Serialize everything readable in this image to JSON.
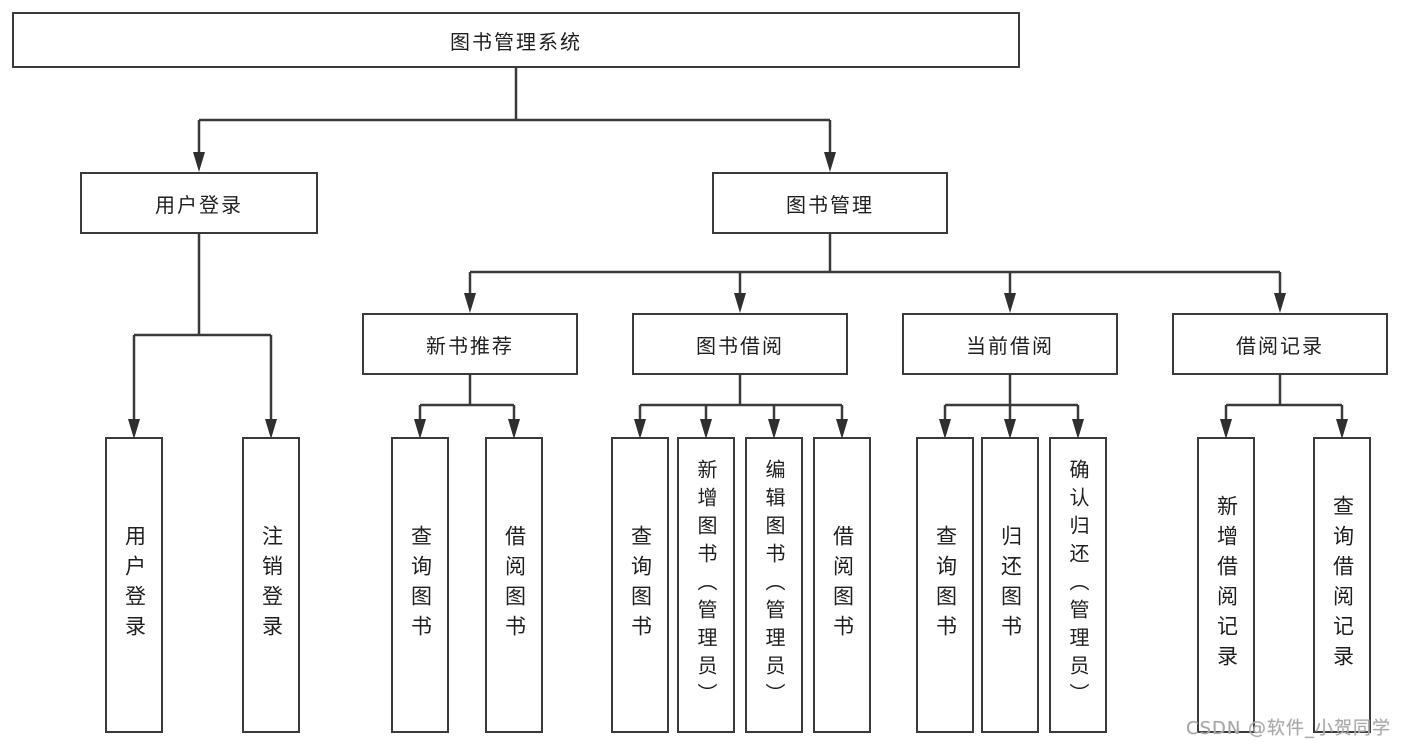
{
  "tree": {
    "label": "图书管理系统",
    "children": [
      {
        "label": "用户登录",
        "children": [
          {
            "label": "用户登录"
          },
          {
            "label": "注销登录"
          }
        ]
      },
      {
        "label": "图书管理",
        "children": [
          {
            "label": "新书推荐",
            "children": [
              {
                "label": "查询图书"
              },
              {
                "label": "借阅图书"
              }
            ]
          },
          {
            "label": "图书借阅",
            "children": [
              {
                "label": "查询图书"
              },
              {
                "label": "新增图书（管理员）"
              },
              {
                "label": "编辑图书（管理员）"
              },
              {
                "label": "借阅图书"
              }
            ]
          },
          {
            "label": "当前借阅",
            "children": [
              {
                "label": "查询图书"
              },
              {
                "label": "归还图书"
              },
              {
                "label": "确认归还（管理员）"
              }
            ]
          },
          {
            "label": "借阅记录",
            "children": [
              {
                "label": "新增借阅记录"
              },
              {
                "label": "查询借阅记录"
              }
            ]
          }
        ]
      }
    ]
  },
  "watermark": {
    "text": "CSDN @软件_小贺同学"
  },
  "colors": {
    "line": "#3a3a3a",
    "arrow": "#2f2f2f",
    "box_border": "#3a3a3a",
    "text": "#1f1f1f",
    "watermark": "#a8a8a8",
    "background": "#ffffff"
  }
}
